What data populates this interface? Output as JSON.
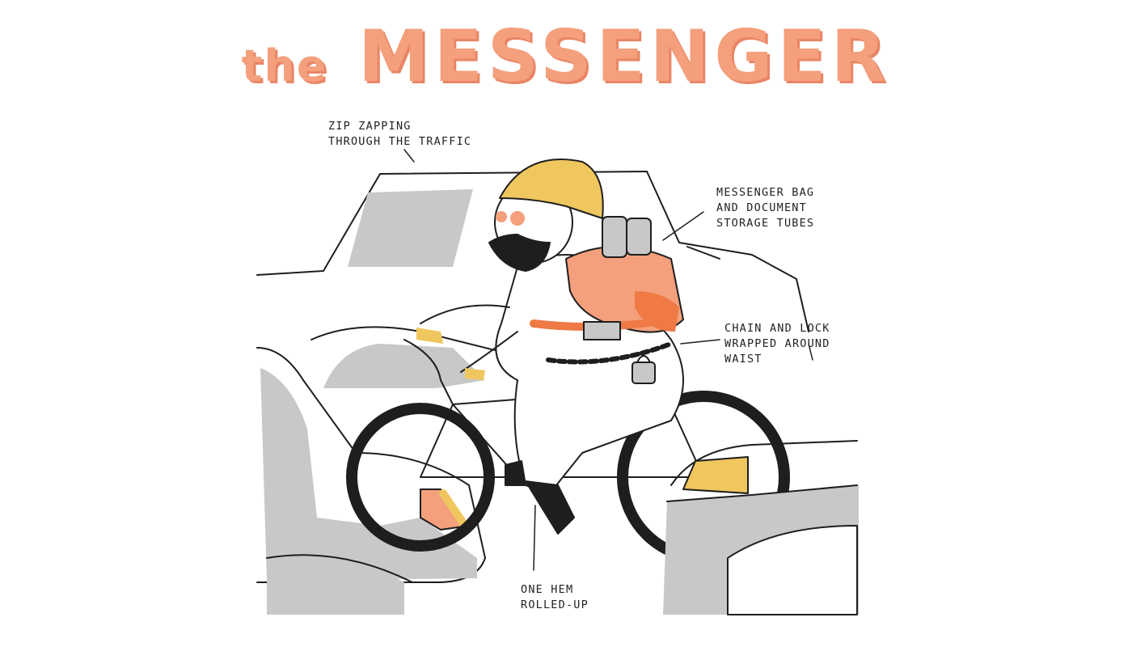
{
  "title": {
    "prefix": "the",
    "main": "MESSENGER"
  },
  "annotations": {
    "traffic": "ZIP ZAPPING\nTHROUGH THE TRAFFIC",
    "bag": "MESSENGER BAG\nAND DOCUMENT\nSTORAGE TUBES",
    "chain": "CHAIN AND LOCK\nWRAPPED AROUND\nWAIST",
    "hem": "ONE HEM\nROLLED-UP"
  },
  "palette": {
    "orange": "#f4a07c",
    "orange_dark": "#ef7a45",
    "yellow": "#f0c75e",
    "car_gray": "#c8c8c8",
    "line": "#1e1e1e"
  }
}
